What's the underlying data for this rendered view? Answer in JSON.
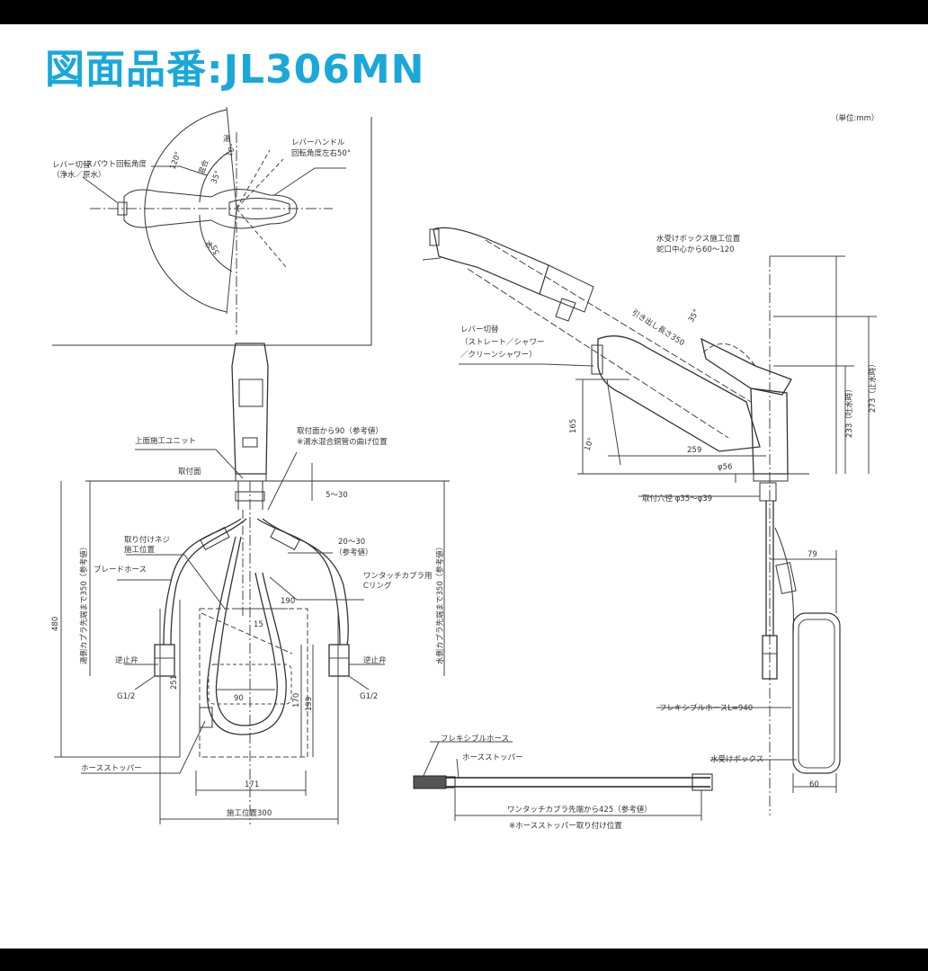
{
  "title": "図面品番:JL306MN",
  "unit_note": "（単位:mm）",
  "top_view": {
    "spout_rotation": "スパウト回転角度",
    "lever_switch_1": "レバー切替",
    "lever_switch_2": "（浄水／原水）",
    "lever_handle_1": "レバーハンドル",
    "lever_handle_2": "回転角度左右50°",
    "angle_120": "120°",
    "angle_10": "10°",
    "angle_35": "35°",
    "angle_55": "55°",
    "label_yu": "湯",
    "label_kon": "混合",
    "label_mizu": "水"
  },
  "front_view": {
    "top_unit": "上面施工ユニット",
    "mount_surface": "取付面",
    "from_mount_1": "取付面から90（参考値）",
    "from_mount_2": "※湯水混合銅管の曲げ位置",
    "dim_5_30": "5～30",
    "dim_20_30": "20～30",
    "ref_value": "（参考値）",
    "screw_1": "取り付けネジ",
    "screw_2": "施工位置",
    "braided_hose": "ブレードホース",
    "coupler_1": "ワンタッチカプラ用",
    "coupler_2": "Cリング",
    "left_vertical": "湯側カプラ先端まで350（参考値）",
    "right_vertical": "水側カプラ先端まで350（参考値）",
    "dim_480": "480",
    "dim_190": "190",
    "dim_15": "15",
    "dim_251": "251",
    "dim_90": "90",
    "dim_170": "170",
    "dim_199": "199",
    "check_valve_left": "逆止弁",
    "check_valve_right": "逆止弁",
    "g_left": "G1/2",
    "g_right": "G1/2",
    "hose_stopper": "ホースストッパー",
    "dim_171": "171",
    "install_pos": "施工位置300"
  },
  "side_view": {
    "water_box_1": "水受けボックス施工位置",
    "water_box_2": "蛇口中心から60～120",
    "lever_1": "レバー切替",
    "lever_2": "（ストレート／シャワー",
    "lever_3": "／クリーンシャワー）",
    "pull_length": "引き出し長さ350",
    "angle_35": "35°",
    "angle_10": "10°",
    "dim_165": "165",
    "dim_259": "259",
    "dim_233": "233（吐水時）",
    "dim_273": "273（止水時）",
    "phi56": "φ56",
    "mount_hole": "取付穴径 φ35～φ39",
    "dim_79": "79",
    "flex_hose_len": "フレキシブルホースL=940",
    "water_box": "水受けボックス",
    "dim_60": "60"
  },
  "hose_view": {
    "flex_hose": "フレキシブルホース",
    "hose_stopper": "ホースストッパー",
    "from_coupler": "ワンタッチカプラ先端から425（参考値）",
    "note": "※ホースストッパー取り付け位置"
  }
}
